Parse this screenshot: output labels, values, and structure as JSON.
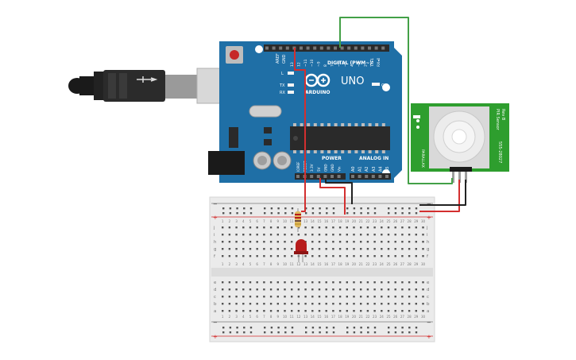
{
  "arduino": {
    "brand": "ARDUINO",
    "model": "UNO",
    "aref_label": "AREF",
    "gnd_label": "GND",
    "digital_pins": [
      "13",
      "12",
      "~11",
      "~10",
      "~9",
      "8",
      "7",
      "~6",
      "~5",
      "4",
      "~3",
      "2",
      "TX▸1",
      "RX◂0"
    ],
    "digital_label": "DIGITAL (PWM~)",
    "led_l": "L",
    "led_tx": "TX",
    "led_rx": "RX",
    "on_label": "ON",
    "power_label": "POWER",
    "power_pins": [
      "IOREF",
      "RESET",
      "3.3V",
      "5V",
      "GND",
      "GND",
      "Vin"
    ],
    "analog_label": "ANALOG IN",
    "analog_pins": [
      "A0",
      "A1",
      "A2",
      "A3",
      "A4",
      "A5"
    ]
  },
  "pir_sensor": {
    "title": "PIR Sensor",
    "rev": "Rev B",
    "side_text": "555-28027",
    "brand_text": "PARALLAX"
  },
  "breadboard": {
    "row_letters_top": [
      "j",
      "i",
      "h",
      "g",
      "f"
    ],
    "row_letters_bottom": [
      "e",
      "d",
      "c",
      "b",
      "a"
    ],
    "column_count": 30,
    "rail_minus": "−",
    "rail_plus": "+"
  },
  "colors": {
    "arduino_board": "#1f6fa6",
    "header": "#2a2a2a",
    "wire_red": "#d32f2f",
    "wire_black": "#222222",
    "wire_green": "#43a047",
    "pir_board": "#2e9e2e",
    "led": "#b71c1c",
    "breadboard": "#e9e9e9",
    "rail_red": "#d32f2f"
  }
}
